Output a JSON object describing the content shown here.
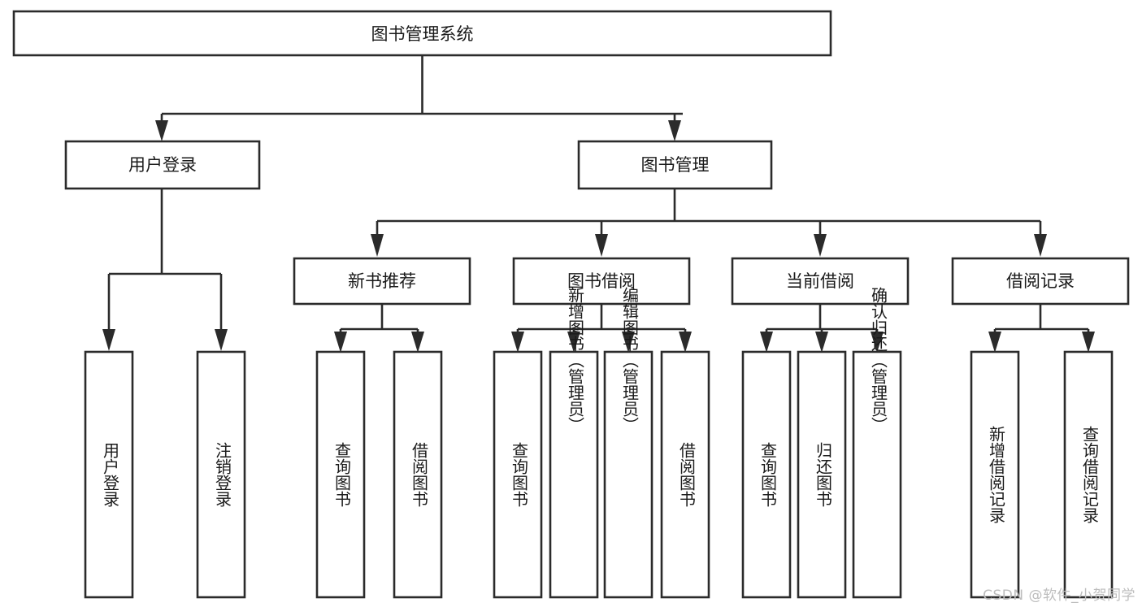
{
  "diagram": {
    "title": "图书管理系统",
    "type": "tree-hierarchy-diagram",
    "colors": {
      "box_stroke": "#2b2b2b",
      "box_fill": "#ffffff",
      "text": "#1a1a1a",
      "background": "#ffffff",
      "watermark": "#bdbdbd"
    },
    "root": {
      "label": "图书管理系统"
    },
    "level2": [
      {
        "label": "用户登录"
      },
      {
        "label": "图书管理"
      }
    ],
    "level3": [
      {
        "label": "新书推荐"
      },
      {
        "label": "图书借阅"
      },
      {
        "label": "当前借阅"
      },
      {
        "label": "借阅记录"
      }
    ],
    "leaves": {
      "user_login": [
        {
          "label": "用户登录"
        },
        {
          "label": "注销登录"
        }
      ],
      "new_book_recommend": [
        {
          "label": "查询图书"
        },
        {
          "label": "借阅图书"
        }
      ],
      "book_borrow": [
        {
          "label": "查询图书"
        },
        {
          "label": "新增图书（管理员）"
        },
        {
          "label": "编辑图书（管理员）"
        },
        {
          "label": "借阅图书"
        }
      ],
      "current_borrow": [
        {
          "label": "查询图书"
        },
        {
          "label": "归还图书"
        },
        {
          "label": "确认归还（管理员）"
        }
      ],
      "borrow_record": [
        {
          "label": "新增借阅记录"
        },
        {
          "label": "查询借阅记录"
        }
      ]
    }
  },
  "watermark": {
    "text": "CSDN @软件_小贺同学"
  }
}
